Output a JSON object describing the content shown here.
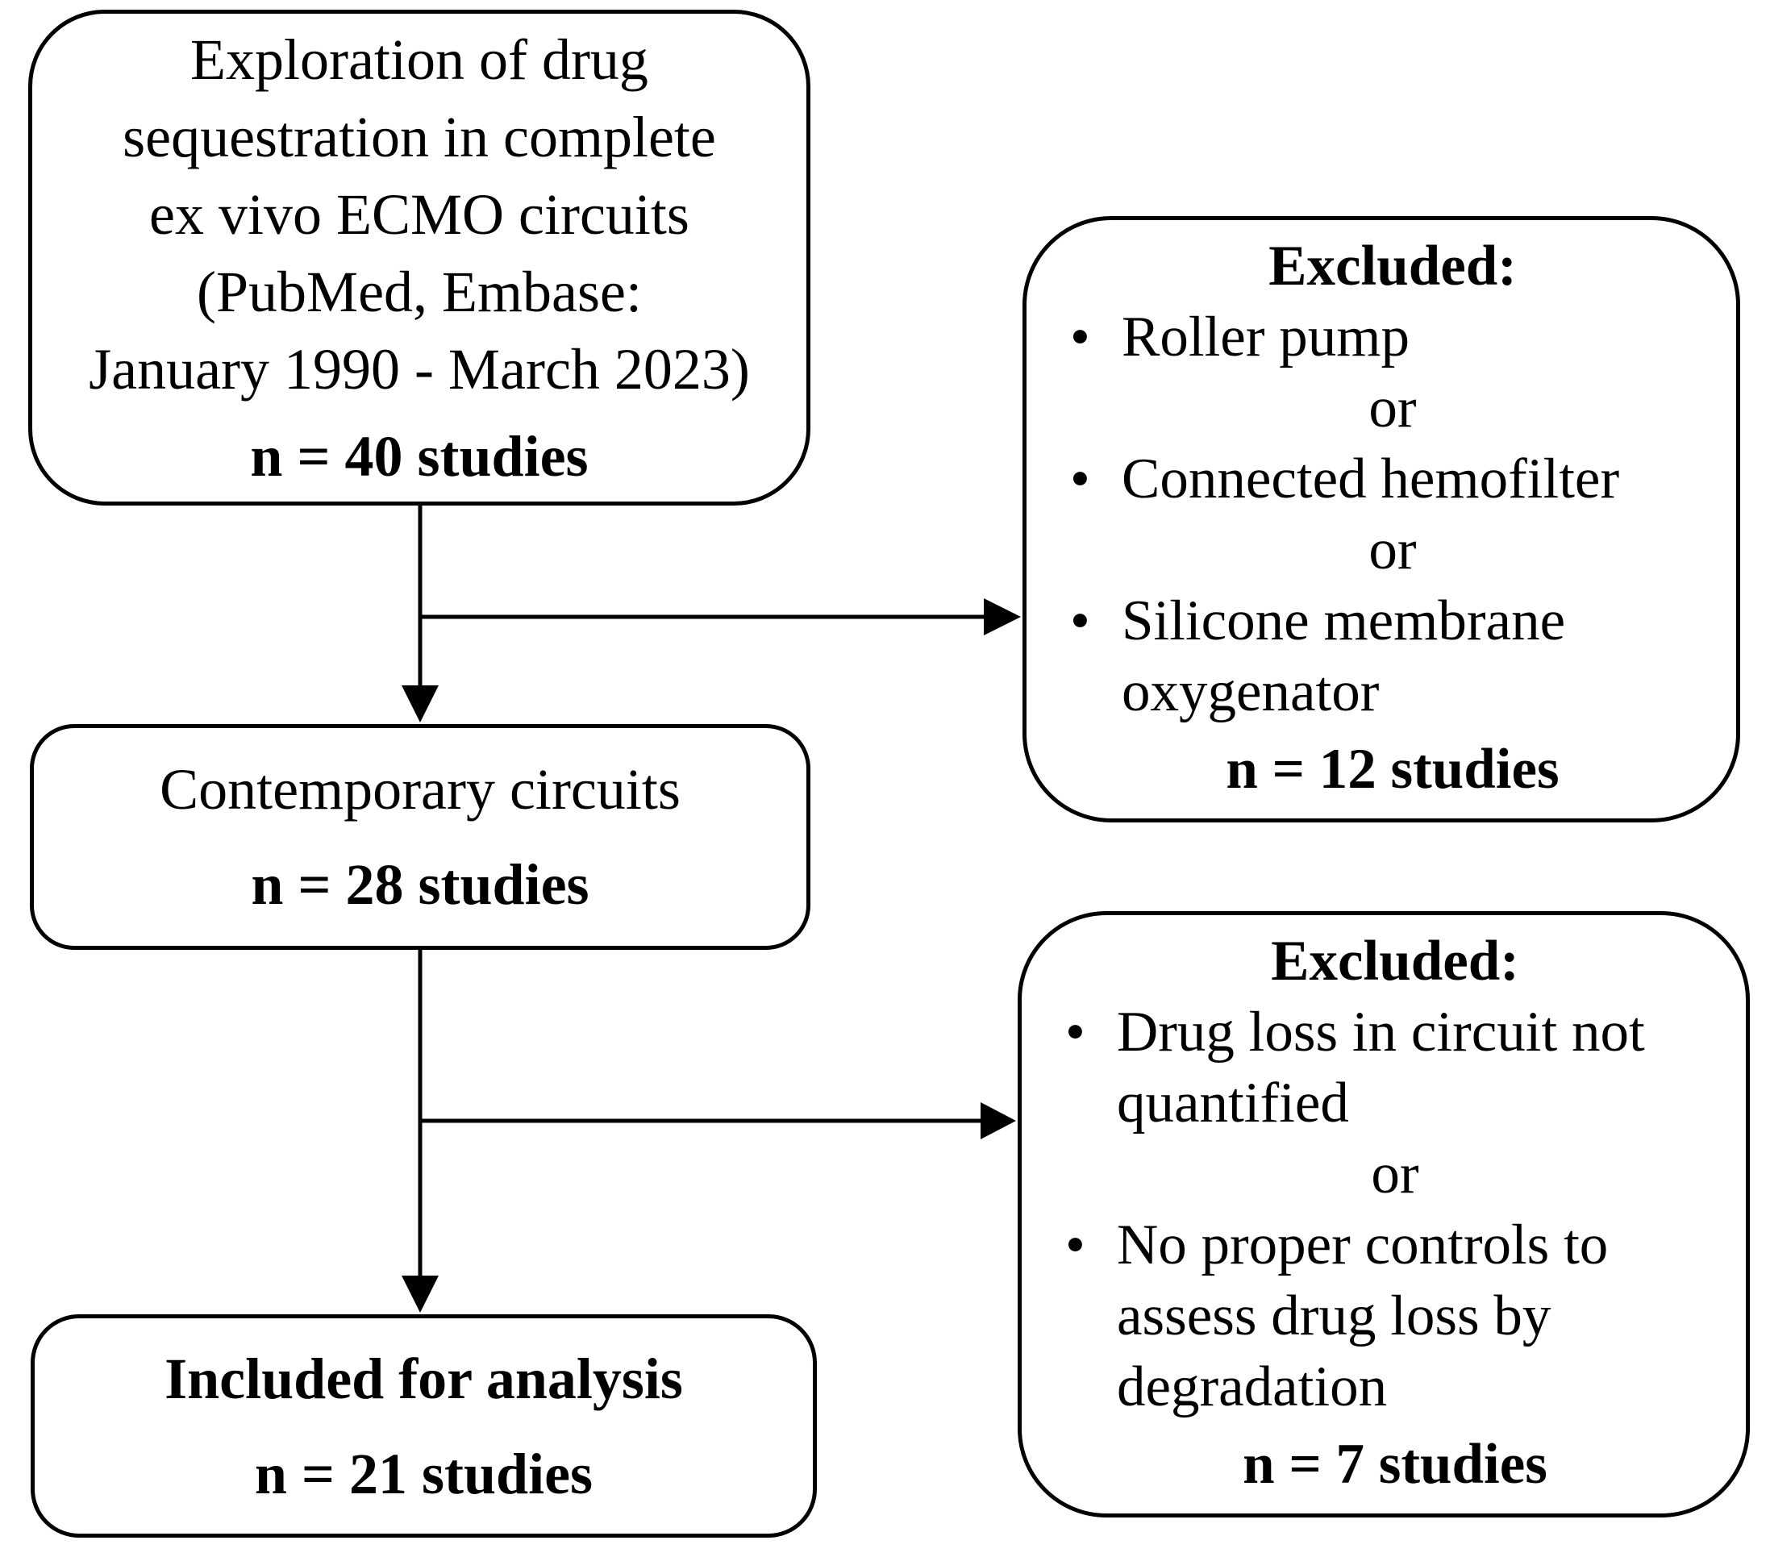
{
  "colors": {
    "ink": "#000000",
    "background": "#ffffff"
  },
  "icons": {
    "bullet": "•"
  },
  "boxes": {
    "search": {
      "lines": [
        "Exploration of drug",
        "sequestration in complete",
        "ex vivo ECMO circuits",
        "(PubMed, Embase:",
        "January 1990 - March 2023)"
      ],
      "count": "n = 40 studies"
    },
    "excluded_top": {
      "title": "Excluded:",
      "bullets": [
        "Roller pump",
        "Connected hemofilter",
        "Silicone membrane oxygenator"
      ],
      "or_label": "or",
      "count": "n = 12 studies"
    },
    "contemporary": {
      "label": "Contemporary circuits",
      "count": "n = 28 studies"
    },
    "excluded_bottom": {
      "title": "Excluded:",
      "bullets": [
        "Drug loss in circuit not quantified",
        "No proper controls to assess drug loss by degradation"
      ],
      "or_label": "or",
      "count": "n = 7 studies"
    },
    "included": {
      "label": "Included for analysis",
      "count": "n = 21 studies"
    }
  }
}
